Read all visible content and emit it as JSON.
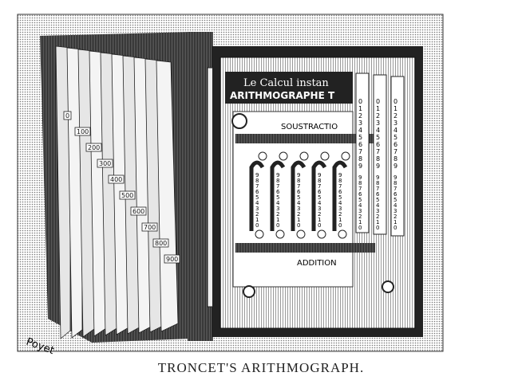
{
  "caption": "TRONCET'S ARITHMOGRAPH.",
  "signature": "Poyet",
  "device": {
    "header_line1": "Le Calcul instan",
    "header_line2": "ARITHMOGRAPHE T",
    "label_top": "SOUSTRACTIO",
    "label_bottom": "ADDITION",
    "column_digits": [
      "9",
      "8",
      "7",
      "6",
      "5",
      "4",
      "3",
      "2",
      "1",
      "0"
    ],
    "side_digits": [
      "0",
      "1",
      "2",
      "3",
      "4",
      "5",
      "6",
      "7",
      "8",
      "9"
    ]
  },
  "book": {
    "tab_labels": [
      "0",
      "100",
      "200",
      "300",
      "400",
      "500",
      "600",
      "700",
      "800",
      "900"
    ]
  },
  "colors": {
    "ink": "#1a1a1a",
    "paper": "#ffffff",
    "shade": "#cfcfcf"
  }
}
